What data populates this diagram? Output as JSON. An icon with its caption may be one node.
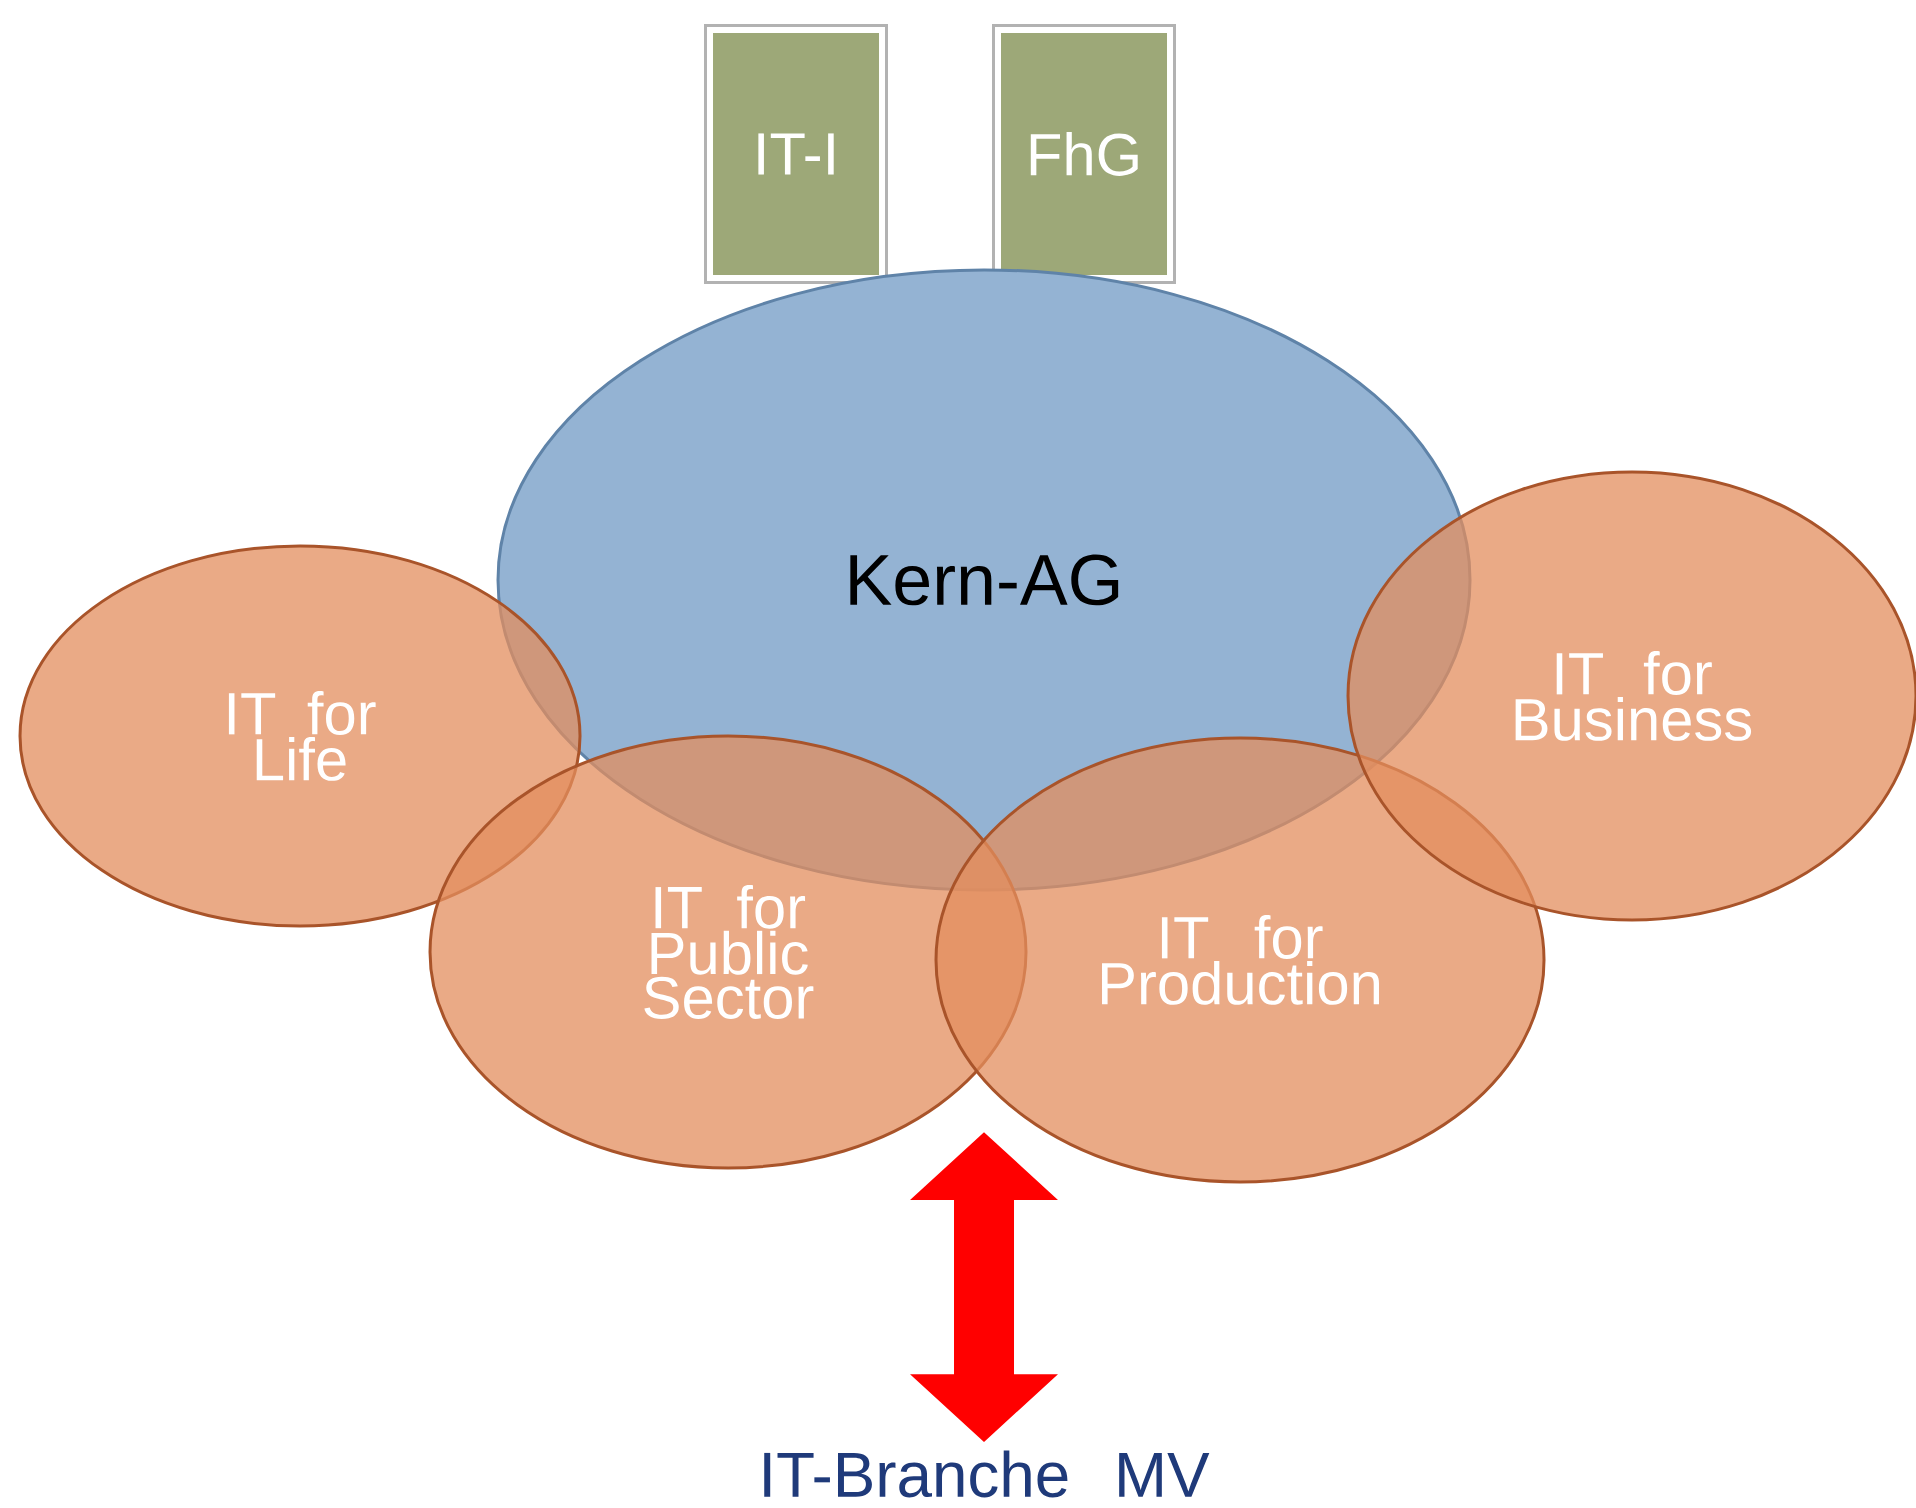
{
  "diagram": {
    "nodes": [
      {
        "text": [
          "IT-I"
        ]
      },
      {
        "text": [
          "FhG"
        ]
      },
      {
        "text": [
          "Kern-AG"
        ]
      },
      {
        "text": [
          "IT for Life"
        ]
      },
      {
        "text": [
          "IT for Public Sector"
        ]
      },
      {
        "text": [
          "IT for Production"
        ]
      },
      {
        "text": [
          "IT for Business"
        ]
      },
      {
        "text": [
          "IT-Branche MV"
        ]
      }
    ],
    "edges": [
      {
        "from": 5,
        "to": 7,
        "arrow": "both",
        "color": "#ff0000"
      }
    ]
  }
}
